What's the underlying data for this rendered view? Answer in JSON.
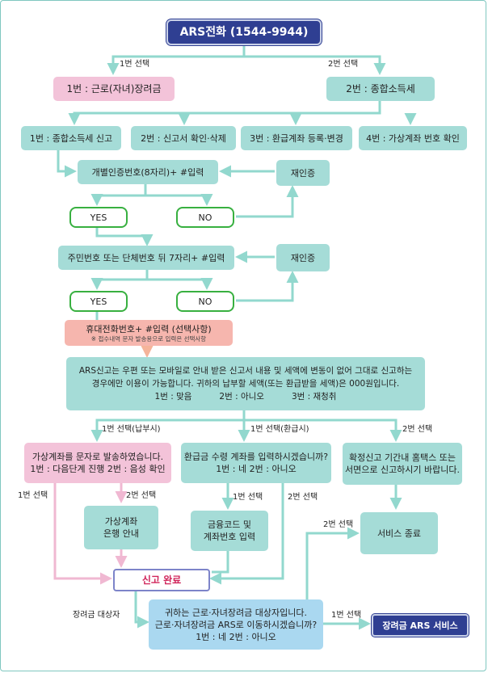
{
  "title": "ARS전화 (1544-9944)",
  "branch_top": {
    "left_label": "1번 선택",
    "right_label": "2번 선택"
  },
  "menu1": "1번 : 근로(자녀)장려금",
  "menu2": "2번 : 종합소득세",
  "submenu": [
    "1번 : 종합소득세 신고",
    "2번 : 신고서 확인·삭제",
    "3번 : 환급계좌 등록·변경",
    "4번 : 가상계좌 번호 확인"
  ],
  "auth1": "개별인증번호(8자리)+ #입력",
  "reauth1": "재인증",
  "yes1": "YES",
  "no1": "NO",
  "auth2": "주민번호 또는 단체번호 뒤 7자리+ #입력",
  "reauth2": "재인증",
  "yes2": "YES",
  "no2": "NO",
  "phone": {
    "main": "휴대전화번호+ #입력 (선택사항)",
    "note": "※ 접수내역 문자 발송용으로 입력은 선택사항"
  },
  "notice": {
    "line1": "ARS신고는 우편 또는 모바일로 안내 받은 신고서 내용 및 세액에 변동이 없어 그대로 신고하는",
    "line2": "경우에만 이용이 가능합니다. 귀하의 납부할 세액(또는 환급받을 세액)은 000원입니다.",
    "opt1": "1번 : 맞음",
    "opt2": "2번 : 아니오",
    "opt3": "3번 : 재청취"
  },
  "branch_mid": {
    "a": "1번 선택(납부시)",
    "b": "1번 선택(환급시)",
    "c": "2번 선택"
  },
  "pay": {
    "line1": "가상계좌를 문자로 발송하였습니다.",
    "line2": "1번 : 다음단계 진행   2번 : 음성 확인"
  },
  "refund": {
    "line1": "환급금 수령 계좌를 입력하시겠습니까?",
    "line2": "1번 : 네        2번 : 아니오"
  },
  "confirm": {
    "line1": "확정신고 기간내 홈택스 또는",
    "line2": "서면으로 신고하시기 바랍니다."
  },
  "lbl_pay1": "1번 선택",
  "lbl_pay2": "2번 선택",
  "vacct": {
    "line1": "가상계좌",
    "line2": "은행 안내"
  },
  "lbl_ref1": "1번 선택",
  "lbl_ref2": "2번 선택",
  "bank": {
    "line1": "금융코드 및",
    "line2": "계좌번호 입력"
  },
  "lbl_svc": "2번 선택",
  "service_end": "서비스 종료",
  "complete": "신고 완료",
  "lbl_target": "장려금 대상자",
  "incentive": {
    "line1": "귀하는 근로·자녀장려금 대상자입니다.",
    "line2": "근로·자녀장려금 ARS로 이동하시겠습니까?",
    "line3": "1번 : 네        2번 : 아니오"
  },
  "lbl_inc1": "1번 선택",
  "ars_service": "장려금 ARS 서비스"
}
